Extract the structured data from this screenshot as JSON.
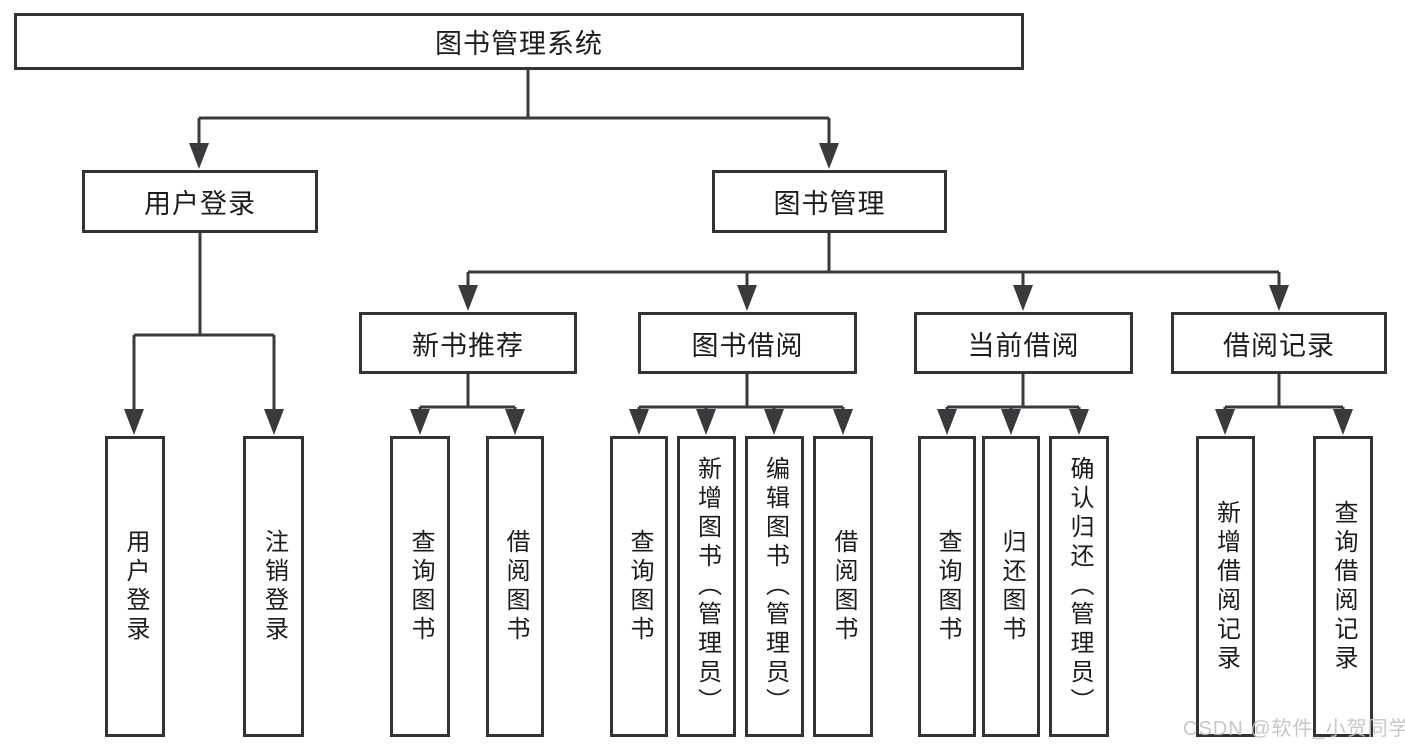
{
  "diagram": {
    "root": {
      "label": "图书管理系统"
    },
    "branches": [
      {
        "label": "用户登录",
        "children": [
          {
            "label": "用户登录"
          },
          {
            "label": "注销登录"
          }
        ]
      },
      {
        "label": "图书管理",
        "groups": [
          {
            "label": "新书推荐",
            "children": [
              {
                "label": "查询图书"
              },
              {
                "label": "借阅图书"
              }
            ]
          },
          {
            "label": "图书借阅",
            "children": [
              {
                "label": "查询图书"
              },
              {
                "label": "新增图书（管理员）"
              },
              {
                "label": "编辑图书（管理员）"
              },
              {
                "label": "借阅图书"
              }
            ]
          },
          {
            "label": "当前借阅",
            "children": [
              {
                "label": "查询图书"
              },
              {
                "label": "归还图书"
              },
              {
                "label": "确认归还（管理员）"
              }
            ]
          },
          {
            "label": "借阅记录",
            "children": [
              {
                "label": "新增借阅记录"
              },
              {
                "label": "查询借阅记录"
              }
            ]
          }
        ]
      }
    ]
  },
  "watermark": {
    "text": "CSDN @软件_小贺同学"
  },
  "colors": {
    "line": "#3a3a3e",
    "box_border": "#333336",
    "box_fill": "#ffffff",
    "text": "#1c1c20",
    "watermark": "#c3c3c8",
    "background": "#ffffff"
  }
}
